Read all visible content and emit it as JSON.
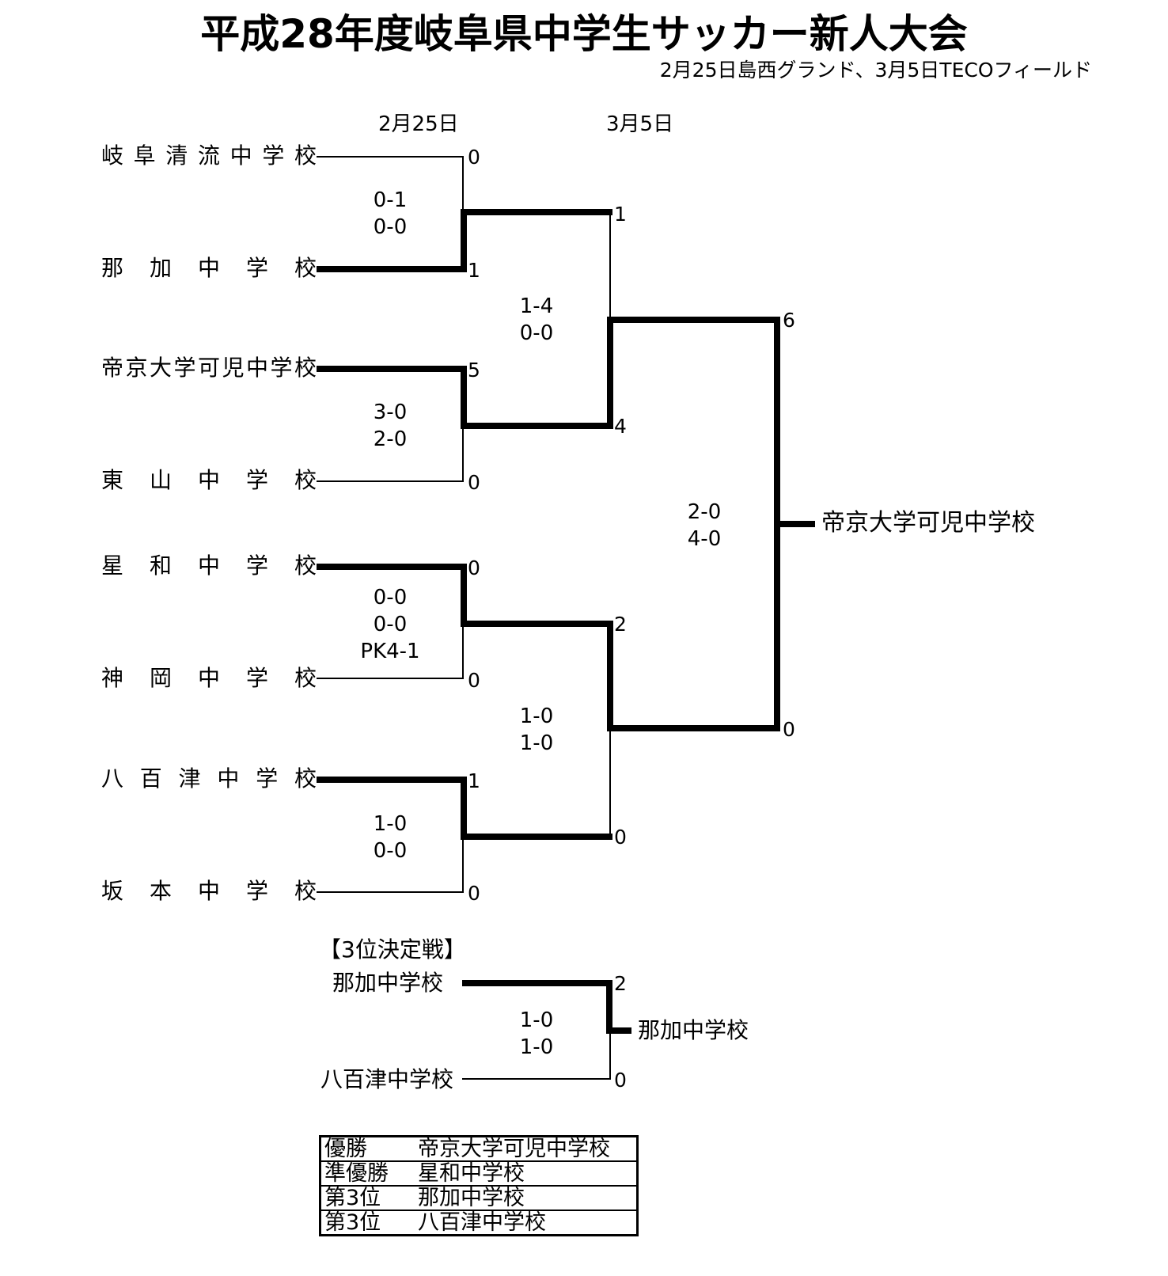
{
  "title": "平成28年度岐阜県中学生サッカー新人大会",
  "subtitle": "2月25日島西グランド、3月5日TECOフィールド",
  "round_dates": [
    "2月25日",
    "3月5日"
  ],
  "teams": [
    "岐阜清流中学校",
    "那加中学校",
    "帝京大学可児中学校",
    "東山中学校",
    "星和中学校",
    "神岡中学校",
    "八百津中学校",
    "坂本中学校"
  ],
  "round1": [
    {
      "scores": [
        "0",
        "1"
      ],
      "halves": "0-1\n0-0"
    },
    {
      "scores": [
        "5",
        "0"
      ],
      "halves": "3-0\n2-0"
    },
    {
      "scores": [
        "0",
        "0"
      ],
      "halves": "0-0\n0-0\nPK4-1"
    },
    {
      "scores": [
        "1",
        "0"
      ],
      "halves": "1-0\n0-0"
    }
  ],
  "semifinals": [
    {
      "scores": [
        "1",
        "4"
      ],
      "halves": "1-4\n0-0"
    },
    {
      "scores": [
        "2",
        "0"
      ],
      "halves": "1-0\n1-0"
    }
  ],
  "final": {
    "scores": [
      "6",
      "0"
    ],
    "halves": "2-0\n4-0",
    "champion": "帝京大学可児中学校"
  },
  "third_place": {
    "heading": "【3位決定戦】",
    "teams": [
      "那加中学校",
      "八百津中学校"
    ],
    "scores": [
      "2",
      "0"
    ],
    "halves": "1-0\n1-0",
    "winner": "那加中学校"
  },
  "summary": [
    {
      "rank": "優勝",
      "team": "帝京大学可児中学校"
    },
    {
      "rank": "準優勝",
      "team": "星和中学校"
    },
    {
      "rank": "第3位",
      "team": "那加中学校"
    },
    {
      "rank": "第3位",
      "team": "八百津中学校"
    }
  ]
}
